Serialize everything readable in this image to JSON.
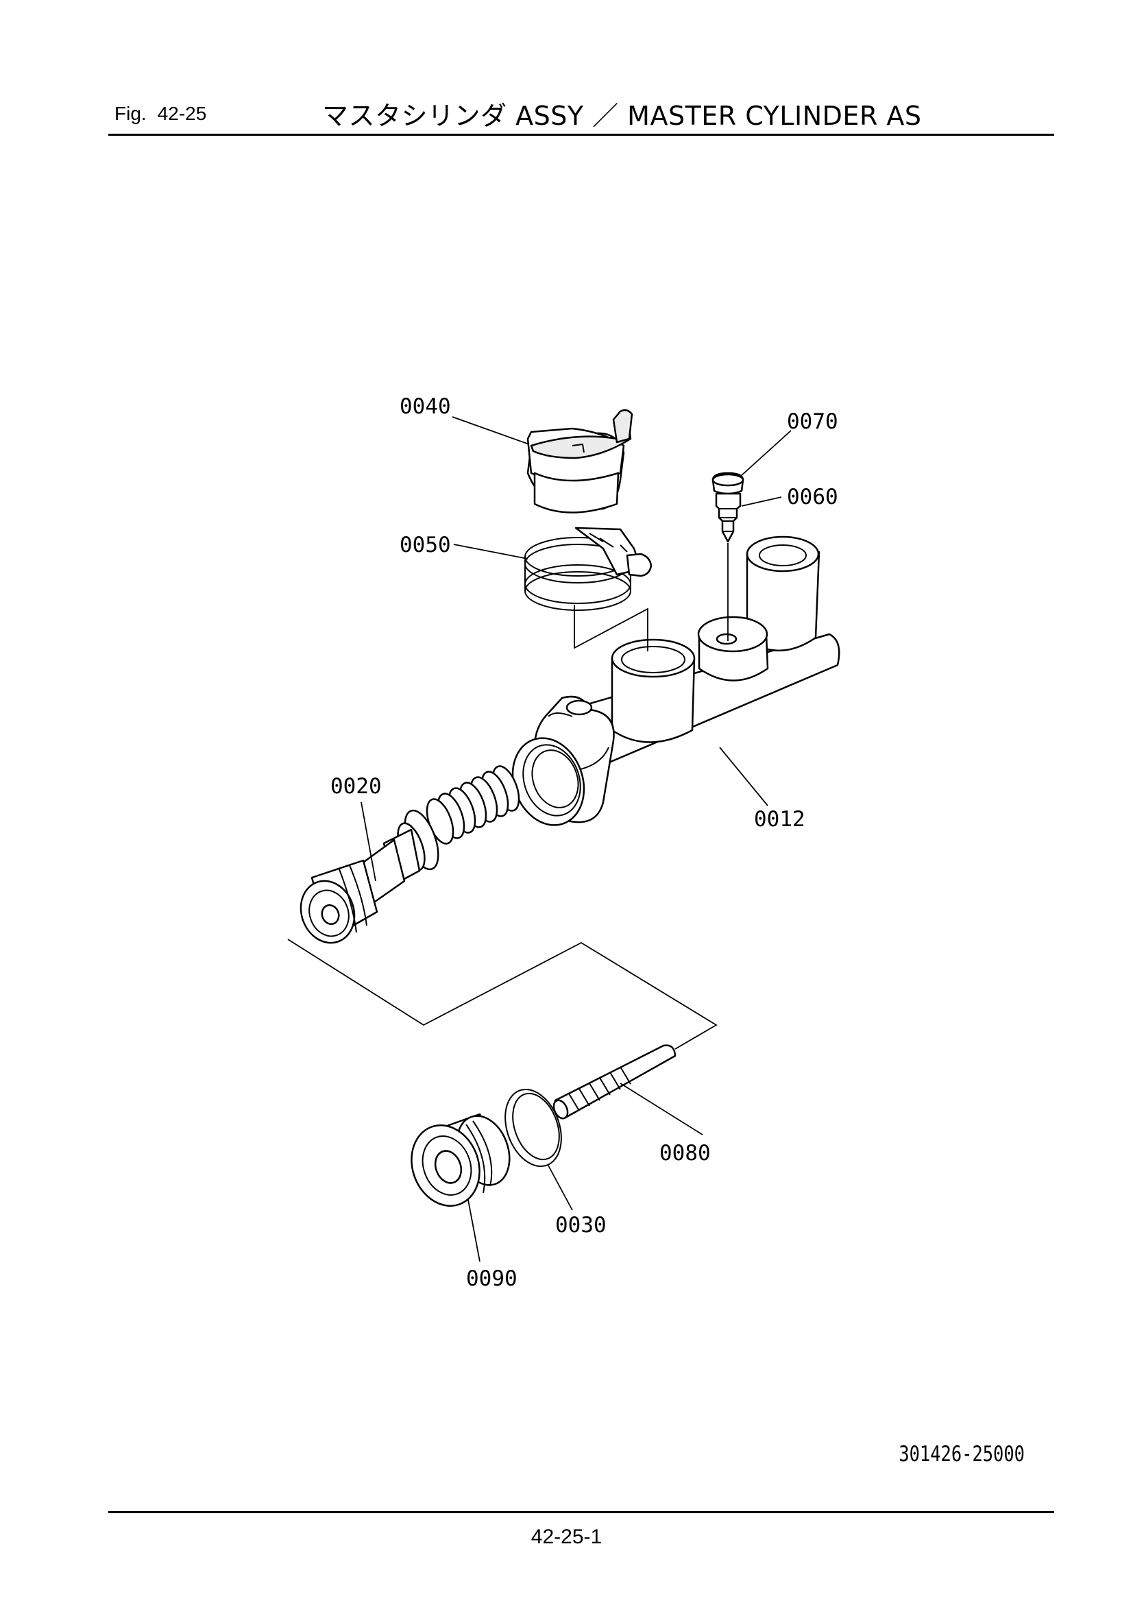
{
  "header": {
    "fig_prefix": "Fig.",
    "fig_number": "42-25",
    "title": "マスタシリンダ ASSY ／ MASTER CYLINDER AS"
  },
  "callouts": [
    {
      "id": "0040",
      "label": "0040"
    },
    {
      "id": "0070",
      "label": "0070"
    },
    {
      "id": "0060",
      "label": "0060"
    },
    {
      "id": "0050",
      "label": "0050"
    },
    {
      "id": "0020",
      "label": "0020"
    },
    {
      "id": "0012",
      "label": "0012"
    },
    {
      "id": "0080",
      "label": "0080"
    },
    {
      "id": "0030",
      "label": "0030"
    },
    {
      "id": "0090",
      "label": "0090"
    }
  ],
  "footer": {
    "drawing_number": "301426-25000",
    "page_number": "42-25-1"
  }
}
